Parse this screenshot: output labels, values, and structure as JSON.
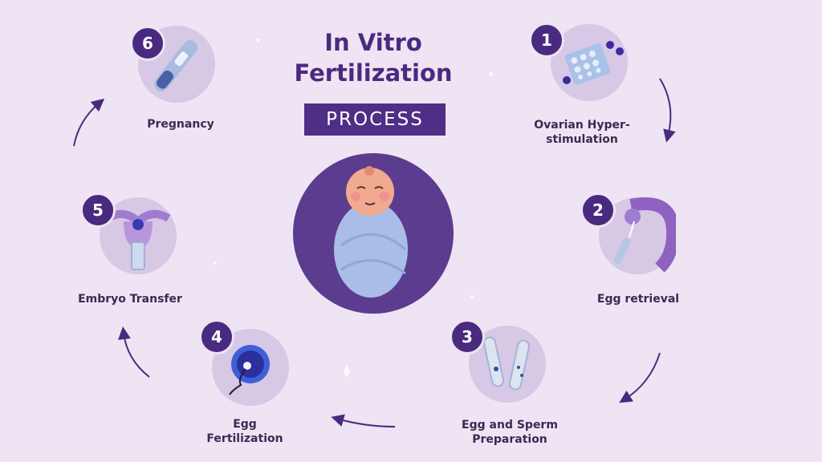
{
  "title_line1": "In Vitro",
  "title_line2": "Fertilization",
  "badge": "PROCESS",
  "steps": [
    {
      "number": "1",
      "label_line1": "Ovarian Hyper-",
      "label_line2": "stimulation"
    },
    {
      "number": "2",
      "label_line1": "Egg retrieval",
      "label_line2": ""
    },
    {
      "number": "3",
      "label_line1": "Egg and Sperm",
      "label_line2": "Preparation"
    },
    {
      "number": "4",
      "label_line1": "Egg",
      "label_line2": "Fertilization"
    },
    {
      "number": "5",
      "label_line1": "Embryo Transfer",
      "label_line2": ""
    },
    {
      "number": "6",
      "label_line1": "Pregnancy",
      "label_line2": ""
    }
  ],
  "colors": {
    "background": "#eee4f3",
    "accent": "#4a2a80",
    "center": "#5c3c8e",
    "step_circle": "#d7c8e6"
  }
}
